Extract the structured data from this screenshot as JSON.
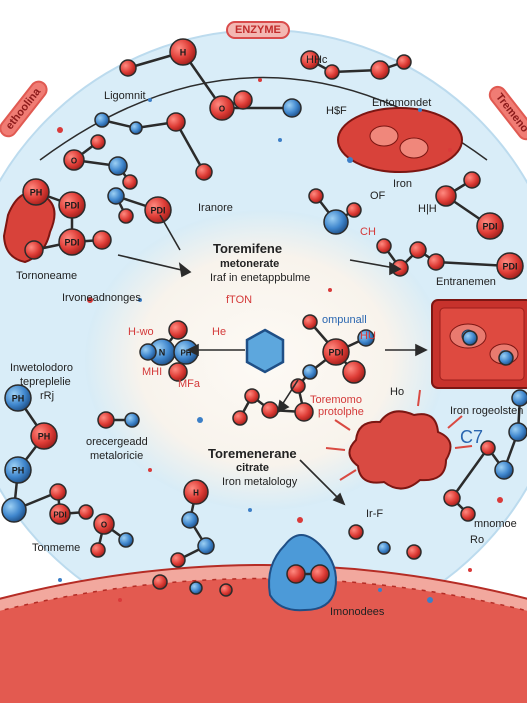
{
  "labels": {
    "enzyme": "ENZYME",
    "left_tag": "ethoolina",
    "right_tag": "Tremeno",
    "ligomnit": "Ligomnit",
    "hhc": "HHc",
    "hf": "H$F",
    "entomondet": "Entomondet",
    "iranore": "Iranore",
    "iron": "Iron",
    "hh": "H|H",
    "of": "OF",
    "ch": "CH",
    "toreme_title": "Toremifene",
    "toreme_sub1": "metonerate",
    "toreme_sub2": "Iraf in enetappbulme",
    "tornoneame": "Tornoneame",
    "irvoneadnonges": "Irvoneadnonges",
    "tron": "fTON",
    "entranemen": "Entranemen",
    "inwetolodoro": "Inwetolodoro",
    "tepreplie": "tepreplelie",
    "rhj": "rRj",
    "hwo": "H-wo",
    "mhi": "MHI",
    "he": "He",
    "mfa": "MFa",
    "ompunall": "ompunall",
    "hu": "HU",
    "toremo_prot": "Toremomo",
    "prottolpte": "protolphe",
    "ho": "Ho",
    "iron_rogeolsten": "Iron rogeolsten",
    "oreocergeadd": "orecergeadd",
    "metaloricie": "metaloricie",
    "toremenerane": "Toremenerane",
    "citrate": "citrate",
    "iron_metalology": "Iron metalology",
    "ir_f": "Ir-F",
    "c7": "C7",
    "ro": "Ro",
    "monomoe": "mnomoe",
    "tonmeme": "Tonmeme",
    "imonodees": "Imonodees",
    "ph1": "PH",
    "ph": "PH",
    "pdi": "PDI",
    "o": "O",
    "h": "H",
    "n": "N"
  },
  "colors": {
    "background_circle": "#d7ecf7",
    "center_glow": "#fbf7f2",
    "atom_red": "#d93a3a",
    "atom_blue": "#3c7fc7",
    "bond_dark": "#2b2b2b",
    "membrane": "#e25a4f",
    "membrane_light": "#f3a59b",
    "cell_box": "#c9322c",
    "cloud": "#d94a42"
  }
}
